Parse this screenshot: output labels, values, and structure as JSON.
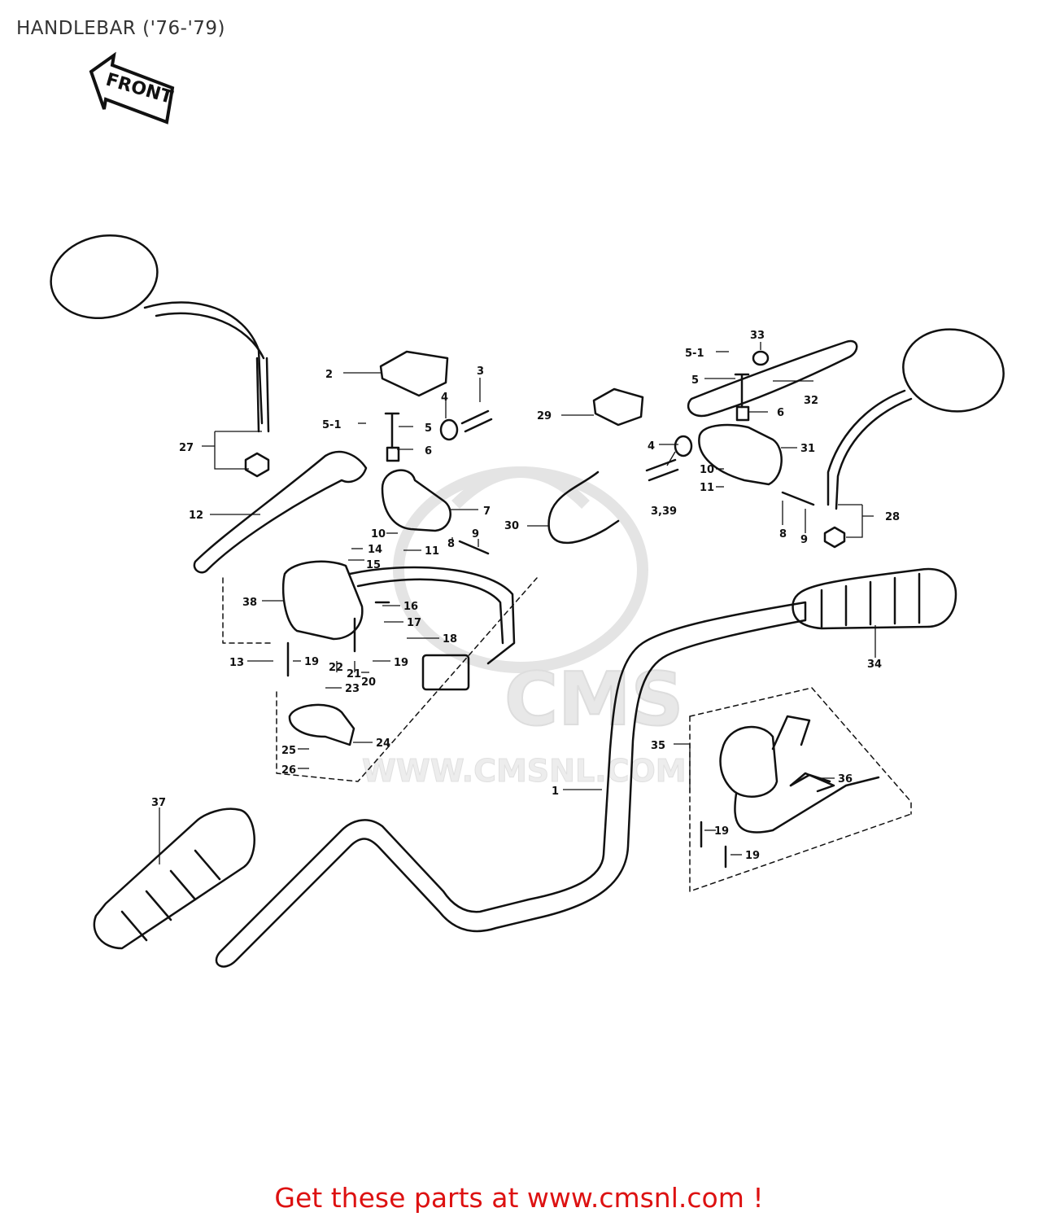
{
  "title": "HANDLEBAR ('76-'79)",
  "front_arrow": {
    "text": "FRONT",
    "icon": "front-direction-arrow-icon"
  },
  "watermark": {
    "logo_text": "CMS",
    "url_text": "WWW.CMSNL.COM"
  },
  "colors": {
    "footer": "#dd1111",
    "line": "#111111",
    "watermark": "#e6e6e6"
  },
  "labels": [
    "1",
    "2",
    "3",
    "3,39",
    "4",
    "4",
    "5",
    "5",
    "5-1",
    "5-1",
    "6",
    "6",
    "7",
    "8",
    "8",
    "9",
    "9",
    "10",
    "10",
    "11",
    "11",
    "12",
    "13",
    "14",
    "15",
    "16",
    "17",
    "18",
    "19",
    "19",
    "19",
    "19",
    "20",
    "21",
    "22",
    "23",
    "24",
    "25",
    "26",
    "27",
    "28",
    "29",
    "30",
    "31",
    "32",
    "33",
    "34",
    "35",
    "36",
    "37",
    "38"
  ],
  "footer": {
    "prefix": "Get these parts at ",
    "link": "www.cmsnl.com",
    "suffix": " !"
  }
}
